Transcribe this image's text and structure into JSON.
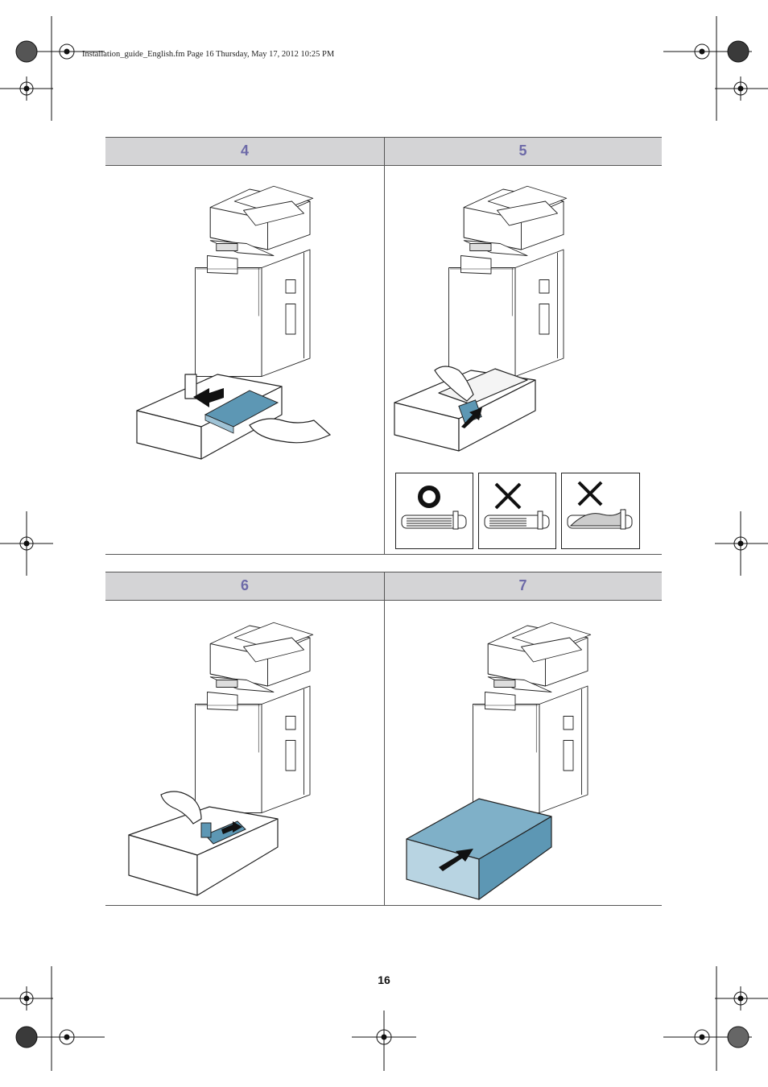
{
  "print_header": "Installation_guide_English.fm  Page 16  Thursday, May 17, 2012  10:25 PM",
  "steps_top": [
    {
      "number": "4",
      "illustration": "insert-paper-stack"
    },
    {
      "number": "5",
      "illustration": "press-paper-down-with-guide-examples"
    }
  ],
  "steps_bottom": [
    {
      "number": "6",
      "illustration": "adjust-paper-width-guide"
    },
    {
      "number": "7",
      "illustration": "close-paper-tray"
    }
  ],
  "loading_examples": [
    {
      "symbol": "O",
      "meaning": "correct"
    },
    {
      "symbol": "X",
      "meaning": "incorrect"
    },
    {
      "symbol": "X",
      "meaning": "incorrect"
    }
  ],
  "page_number": "16",
  "colors": {
    "header_band": "#d4d4d6",
    "step_number": "#6d6aa8",
    "highlight_blue": "#5d97b4"
  }
}
